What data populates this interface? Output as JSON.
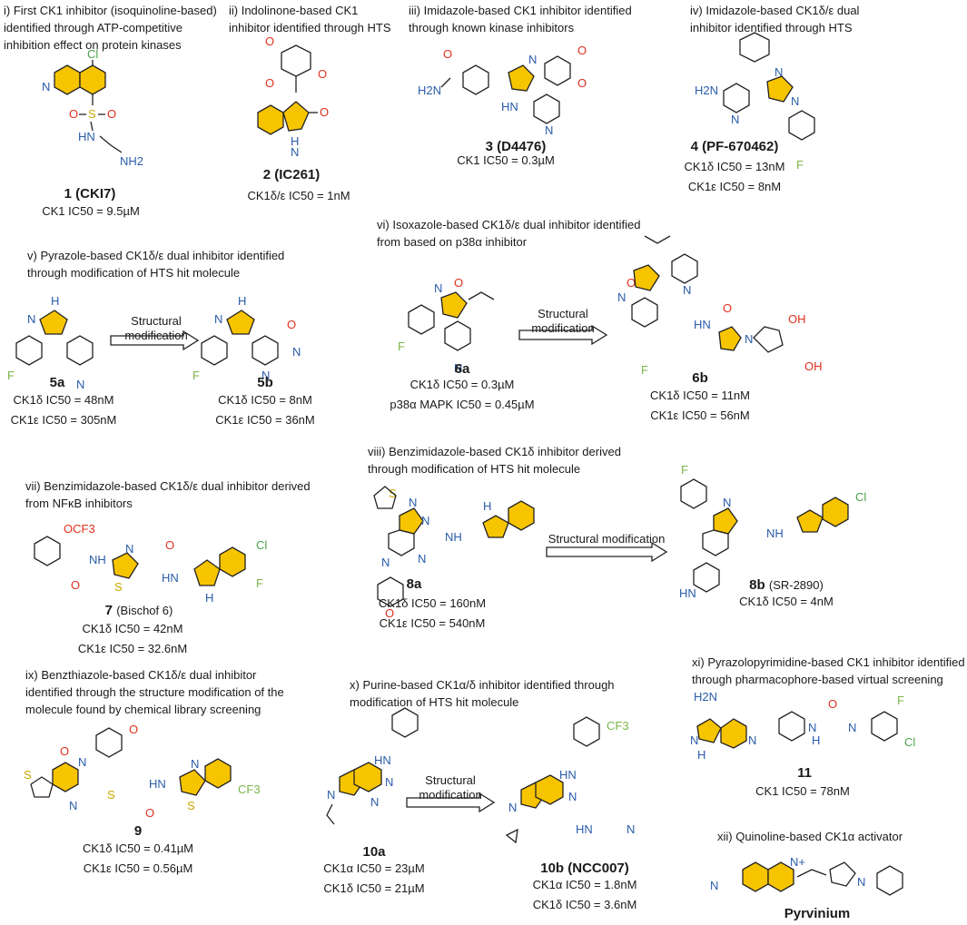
{
  "panels": [
    {
      "heading": [
        "i) First CK1 inhibitor (isoquinoline-based)",
        "identified through ATP-competitive",
        "inhibition effect on protein kinases"
      ],
      "compounds": [
        {
          "id": "1",
          "name": "(CKI7)",
          "activity": [
            "CK1 IC50 = 9.5µM"
          ]
        }
      ]
    },
    {
      "heading": [
        "ii) Indolinone-based  CK1",
        "inhibitor identified through HTS"
      ],
      "compounds": [
        {
          "id": "2",
          "name": "(IC261)",
          "activity": [
            "CK1δ/ε IC50 = 1nM"
          ]
        }
      ]
    },
    {
      "heading": [
        "iii) Imidazole-based CK1 inhibitor identified",
        "through known kinase inhibitors"
      ],
      "compounds": [
        {
          "id": "3",
          "name": "(D4476)",
          "activity": [
            "CK1 IC50 = 0.3µM"
          ]
        }
      ]
    },
    {
      "heading": [
        "iv) Imidazole-based CK1δ/ε dual",
        "inhibitor identified through HTS"
      ],
      "compounds": [
        {
          "id": "4",
          "name": "(PF-670462)",
          "activity": [
            "CK1δ IC50 = 13nM",
            "CK1ε IC50 = 8nM"
          ]
        }
      ]
    },
    {
      "heading": [
        "v) Pyrazole-based CK1δ/ε dual inhibitor identified",
        "through modification of HTS hit molecule"
      ],
      "arrow_label": [
        "Structural",
        "modification"
      ],
      "compounds": [
        {
          "id": "5a",
          "name": "",
          "activity": [
            "CK1δ IC50 = 48nM",
            "CK1ε IC50 = 305nM"
          ]
        },
        {
          "id": "5b",
          "name": "",
          "activity": [
            "CK1δ IC50 = 8nM",
            "CK1ε IC50 = 36nM"
          ]
        }
      ]
    },
    {
      "heading": [
        "vi) Isoxazole-based CK1δ/ε dual inhibitor identified",
        "from based on p38α inhibitor"
      ],
      "arrow_label": [
        "Structural",
        "modification"
      ],
      "compounds": [
        {
          "id": "6a",
          "name": "",
          "activity": [
            "CK1δ IC50 = 0.3µM",
            "p38α MAPK IC50 = 0.45µM"
          ]
        },
        {
          "id": "6b",
          "name": "",
          "activity": [
            "CK1δ IC50 = 11nM",
            "CK1ε IC50 = 56nM"
          ]
        }
      ]
    },
    {
      "heading": [
        "vii) Benzimidazole-based CK1δ/ε dual inhibitor derived",
        "from NFκB inhibitors"
      ],
      "compounds": [
        {
          "id": "7",
          "name": "(Bischof 6)",
          "activity": [
            "CK1δ IC50 = 42nM",
            "CK1ε IC50 = 32.6nM"
          ]
        }
      ]
    },
    {
      "heading": [
        "viii) Benzimidazole-based CK1δ inhibitor derived",
        "through modification of HTS hit molecule"
      ],
      "arrow_label": [
        "Structural modification"
      ],
      "compounds": [
        {
          "id": "8a",
          "name": "",
          "activity": [
            "CK1δ IC50 = 160nM",
            "CK1ε IC50 = 540nM"
          ]
        },
        {
          "id": "8b",
          "name": "(SR-2890)",
          "activity": [
            "CK1δ IC50 = 4nM"
          ]
        }
      ]
    },
    {
      "heading": [
        "ix) Benzthiazole-based CK1δ/ε dual inhibitor",
        "identified through the structure modification of the",
        "molecule found by chemical library screening"
      ],
      "compounds": [
        {
          "id": "9",
          "name": "",
          "activity": [
            "CK1δ IC50 = 0.41µM",
            "CK1ε IC50 = 0.56µM"
          ]
        }
      ]
    },
    {
      "heading": [
        "x) Purine-based CK1α/δ inhibitor identified through",
        "modification of HTS hit molecule"
      ],
      "arrow_label": [
        "Structural",
        "modification"
      ],
      "compounds": [
        {
          "id": "10a",
          "name": "",
          "activity": [
            "CK1α IC50 = 23µM",
            "CK1δ IC50 = 21µM"
          ]
        },
        {
          "id": "10b",
          "name": "(NCC007)",
          "activity": [
            "CK1α IC50 = 1.8nM",
            "CK1δ IC50 = 3.6nM"
          ]
        }
      ]
    },
    {
      "heading": [
        "xi) Pyrazolopyrimidine-based CK1 inhibitor identified",
        "through pharmacophore-based virtual screening"
      ],
      "compounds": [
        {
          "id": "11",
          "name": "",
          "activity": [
            "CK1 IC50 = 78nM"
          ]
        }
      ]
    },
    {
      "heading": [
        "xii) Quinoline-based CK1α activator"
      ],
      "compounds": [
        {
          "id": "Pyrvinium",
          "name": "",
          "activity": []
        }
      ]
    }
  ],
  "atom_labels": {
    "cl": "Cl",
    "s": "S",
    "o": "O",
    "nh": "NH",
    "nh2": "NH2",
    "hn": "HN",
    "n": "N",
    "f": "F",
    "oh": "OH",
    "h": "H",
    "cf3": "CF3",
    "ocf3": "OCF3",
    "h2n": "H2N",
    "nplus": "N+"
  },
  "colors": {
    "highlight_ring": "#f7c400",
    "nitrogen": "#2a5caa",
    "oxygen": "#e0301e",
    "sulfur": "#c9a800",
    "fluorine": "#7ab648",
    "chlorine": "#4ba34b"
  }
}
